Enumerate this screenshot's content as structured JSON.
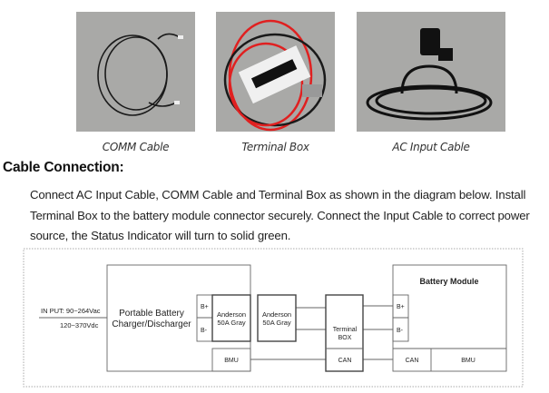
{
  "photos": [
    {
      "caption": "COMM Cable",
      "icon": "comm-cable-photo"
    },
    {
      "caption": "Terminal Box",
      "icon": "terminal-box-photo"
    },
    {
      "caption": "AC Input Cable",
      "icon": "ac-input-cable-photo"
    }
  ],
  "heading": "Cable Connection:",
  "paragraph": [
    "Connect AC Input Cable, COMM Cable and Terminal Box as shown in the diagram below. Install",
    "Terminal Box to the battery module connector securely. Connect the Input Cable to correct power",
    "source, the Status Indicator will turn to solid green."
  ],
  "diagram": {
    "input_ac": "IN PUT: 90~264Vac",
    "input_dc": "120~370Vdc",
    "charger_line1": "Portable Battery",
    "charger_line2": "Charger/Discharger",
    "bplus": "B+",
    "bminus": "B-",
    "anderson_line1": "Anderson",
    "anderson_line2": "50A Gray",
    "bmu": "BMU",
    "terminal_line1": "Terminal",
    "terminal_line2": "BOX",
    "can": "CAN",
    "battery_module": "Battery Module"
  }
}
